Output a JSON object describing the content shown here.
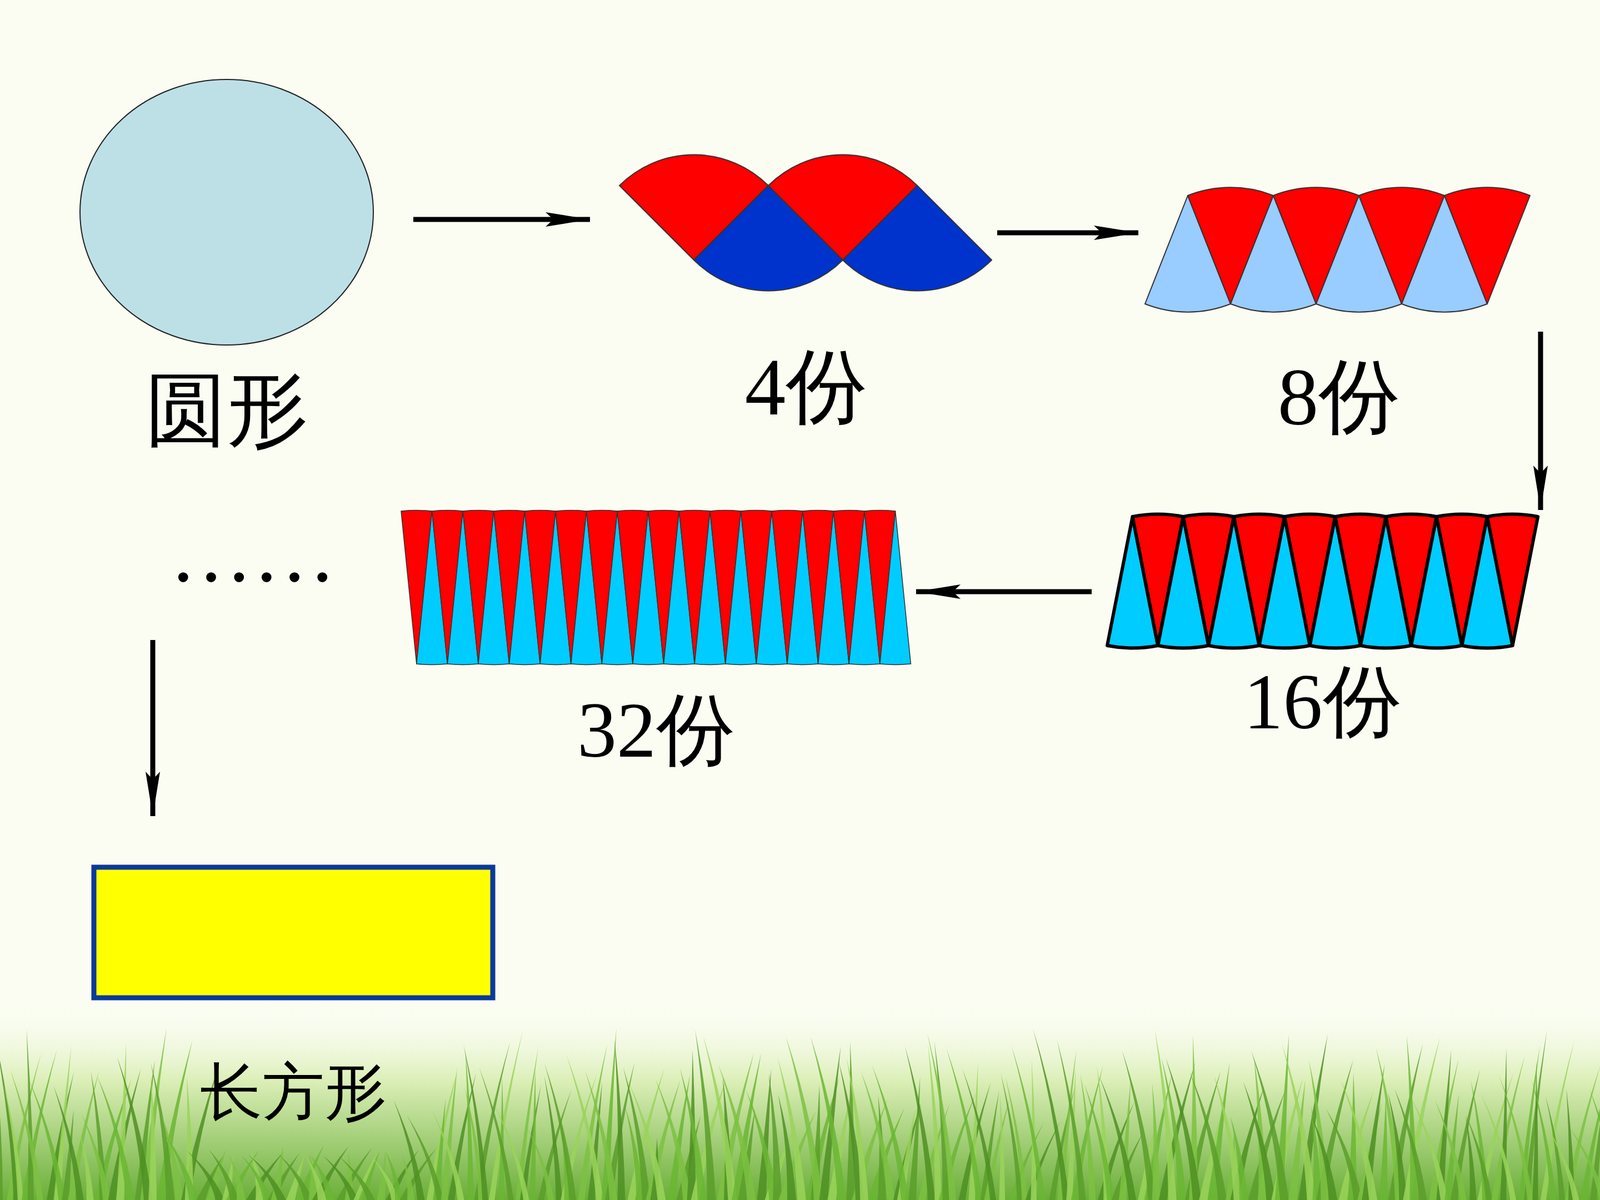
{
  "diagram": {
    "nodes": [
      {
        "text": [
          "圆形"
        ]
      },
      {
        "text": [
          "4份"
        ]
      },
      {
        "text": [
          "8份"
        ]
      },
      {
        "text": [
          "16份"
        ]
      },
      {
        "text": [
          "32份"
        ]
      },
      {
        "text": [
          "长方形"
        ]
      }
    ],
    "edges": [
      {
        "from": 0,
        "to": 1,
        "arrow": "to"
      },
      {
        "from": 1,
        "to": 2,
        "arrow": "to"
      },
      {
        "from": 2,
        "to": 3,
        "arrow": "to"
      },
      {
        "from": 3,
        "to": 4,
        "arrow": "to"
      }
    ],
    "labels": [
      "……"
    ]
  }
}
